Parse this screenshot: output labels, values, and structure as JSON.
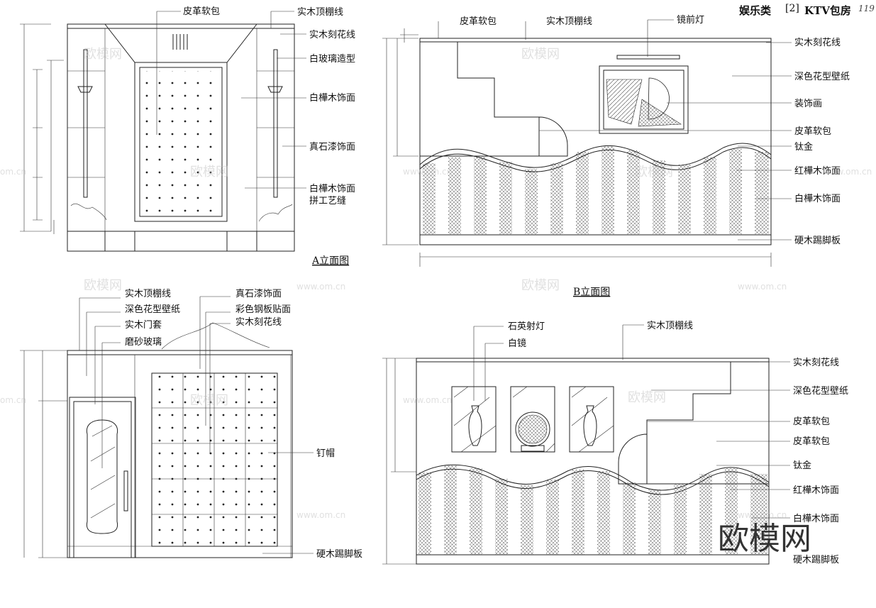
{
  "header": {
    "category": "娱乐类",
    "category_index": "[2]",
    "room": "KTV包房",
    "page_number": "119"
  },
  "elevation_a": {
    "title": "A立面图",
    "labels": [
      "皮革软包",
      "实木顶棚线",
      "实木刻花线",
      "白玻璃造型",
      "白樺木饰面",
      "真石漆饰面",
      "白樺木饰面",
      "拼工艺缝"
    ]
  },
  "elevation_b": {
    "title": "B立面图",
    "labels": [
      "皮革软包",
      "实木顶棚线",
      "镜前灯",
      "实木刻花线",
      "深色花型壁纸",
      "装饰画",
      "皮革软包",
      "钛金",
      "红樺木饰面",
      "白樺木饰面",
      "硬木踢脚板"
    ]
  },
  "elevation_c": {
    "labels_left": [
      "实木顶棚线",
      "深色花型壁纸",
      "实木门套",
      "磨砂玻璃"
    ],
    "labels_mid": [
      "真石漆饰面",
      "彩色钢板贴面",
      "实木刻花线"
    ],
    "labels_right": [
      "钉帽",
      "硬木踢脚板"
    ]
  },
  "elevation_d": {
    "labels_top": [
      "石英射灯",
      "白镜",
      "实木顶棚线"
    ],
    "labels_right": [
      "实木刻花线",
      "深色花型壁纸",
      "皮革软包",
      "皮革软包",
      "钛金",
      "红樺木饰面",
      "白樺木饰面",
      "硬木踢脚板"
    ]
  },
  "watermark": {
    "brand": "欧模网",
    "site": "www.om.cn",
    "site_short": "om.cn"
  }
}
